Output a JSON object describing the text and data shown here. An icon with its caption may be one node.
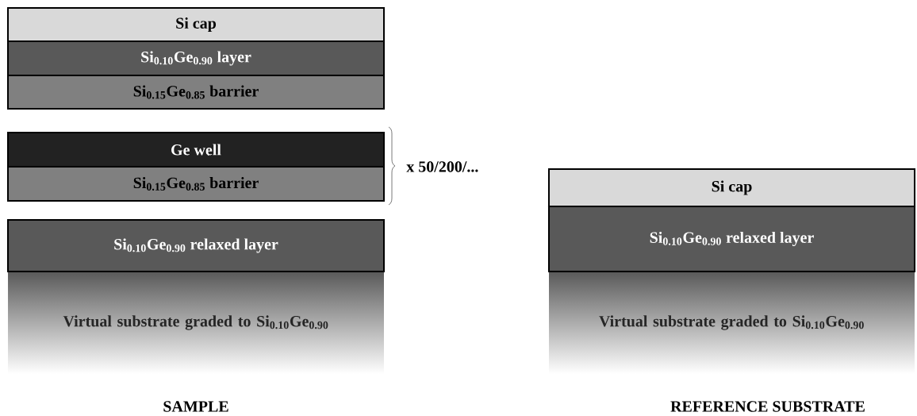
{
  "diagram": {
    "nodes": [
      {
        "text": [
          "Si cap"
        ]
      },
      {
        "text": [
          "Si$_{0.10}$Ge$_{0.90}$ layer"
        ]
      },
      {
        "text": [
          "Si$_{0.15}$Ge$_{0.85}$ barrier"
        ]
      },
      {
        "text": [
          "Ge well"
        ]
      },
      {
        "text": [
          "Si$_{0.15}$Ge$_{0.85}$ barrier"
        ]
      },
      {
        "text": [
          "Si$_{0.10}$Ge$_{0.90}$ relaxed layer"
        ]
      },
      {
        "text": [
          "Virtual substrate graded to Si$_{0.10}$Ge$_{0.90}$"
        ]
      },
      {
        "text": [
          "Si cap"
        ]
      },
      {
        "text": [
          "Si$_{0.10}$Ge$_{0.90}$ relaxed layer"
        ]
      },
      {
        "text": [
          "Virtual substrate graded to Si$_{0.10}$Ge$_{0.90}$"
        ]
      }
    ],
    "labels": [
      "x 50/200/...",
      "SAMPLE",
      "REFERENCE SUBSTRATE"
    ]
  }
}
